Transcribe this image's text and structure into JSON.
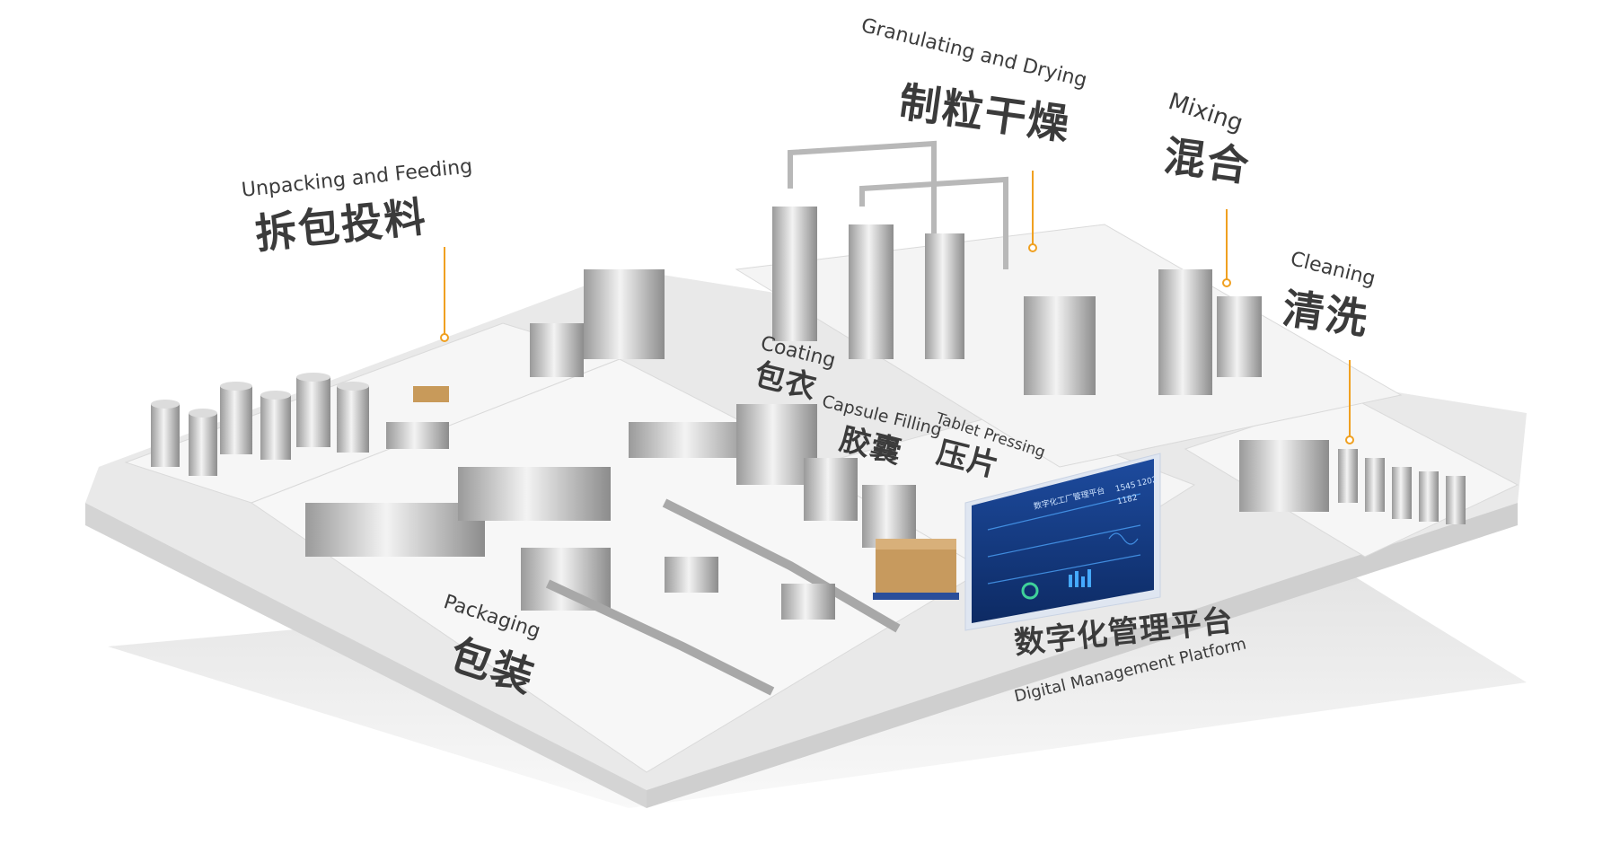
{
  "zones": {
    "unpacking": {
      "en": "Unpacking and Feeding",
      "zh": "拆包投料"
    },
    "granulating": {
      "en": "Granulating and Drying",
      "zh": "制粒干燥"
    },
    "mixing": {
      "en": "Mixing",
      "zh": "混合"
    },
    "cleaning": {
      "en": "Cleaning",
      "zh": "清洗"
    },
    "coating": {
      "en": "Coating",
      "zh": "包衣"
    },
    "capsule": {
      "en": "Capsule Filling",
      "zh": "胶囊"
    },
    "tablet": {
      "en": "Tablet Pressing",
      "zh": "压片"
    },
    "packaging": {
      "en": "Packaging",
      "zh": "包装"
    },
    "digital": {
      "en": "Digital Management Platform",
      "zh": "数字化管理平台"
    }
  },
  "dashboard": {
    "title": "数字化工厂管理平台",
    "stats": [
      "1545",
      "1202",
      "1182"
    ]
  },
  "colors": {
    "accent": "#f0a020",
    "platform": "#ececec",
    "screen": "#1a3f86"
  }
}
